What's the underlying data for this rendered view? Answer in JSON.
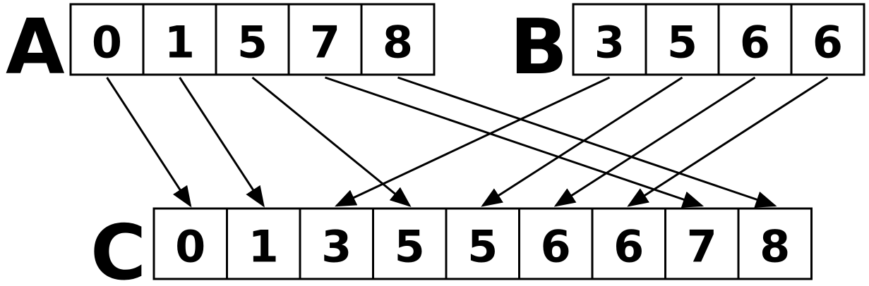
{
  "arrays": {
    "a": {
      "label": "A",
      "values": [
        "0",
        "1",
        "5",
        "7",
        "8"
      ]
    },
    "b": {
      "label": "B",
      "values": [
        "3",
        "5",
        "6",
        "6"
      ]
    },
    "c": {
      "label": "C",
      "values": [
        "0",
        "1",
        "3",
        "5",
        "5",
        "6",
        "6",
        "7",
        "8"
      ]
    }
  },
  "merges": [
    {
      "from": "a",
      "from_index": 0,
      "to_index": 0
    },
    {
      "from": "a",
      "from_index": 1,
      "to_index": 1
    },
    {
      "from": "a",
      "from_index": 2,
      "to_index": 3
    },
    {
      "from": "a",
      "from_index": 3,
      "to_index": 7
    },
    {
      "from": "a",
      "from_index": 4,
      "to_index": 8
    },
    {
      "from": "b",
      "from_index": 0,
      "to_index": 2
    },
    {
      "from": "b",
      "from_index": 1,
      "to_index": 4
    },
    {
      "from": "b",
      "from_index": 2,
      "to_index": 5
    },
    {
      "from": "b",
      "from_index": 3,
      "to_index": 6
    }
  ]
}
